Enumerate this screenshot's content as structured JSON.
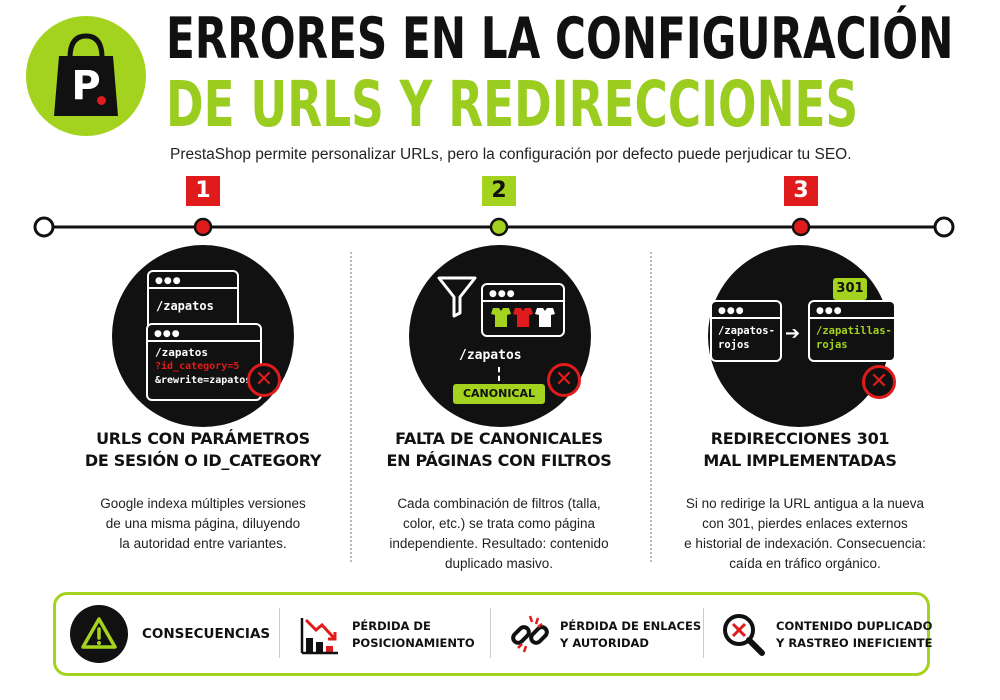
{
  "header": {
    "title_line1": "ERRORES EN LA CONFIGURACIÓN",
    "title_line2": "DE URLS Y REDIRECCIONES",
    "subtitle": "PrestaShop permite personalizar URLs, pero la configuración por defecto puede perjudicar tu SEO.",
    "logo_letter": "P"
  },
  "colors": {
    "accent_green": "#a4d31f",
    "alert_red": "#e01b1b",
    "dark": "#111111"
  },
  "timeline": {
    "steps": [
      "1",
      "2",
      "3"
    ]
  },
  "columns": [
    {
      "title_line1": "URLS CON PARÁMETROS",
      "title_line2": "DE SESIÓN O ID_CATEGORY",
      "desc_line1": "Google indexa múltiples versiones",
      "desc_line2": "de una misma página, diluyendo",
      "desc_line3": "la autoridad entre variantes.",
      "illustration": {
        "url_simple": "/zapatos",
        "url_param_1": "/zapatos",
        "url_param_2": "?id_category=5",
        "url_param_3": "&rewrite=zapatos"
      }
    },
    {
      "title_line1": "FALTA DE CANONICALES",
      "title_line2": "EN PÁGINAS CON FILTROS",
      "desc_line1": "Cada combinación de filtros (talla,",
      "desc_line2": "color, etc.) se trata como página",
      "desc_line3": "independiente. Resultado: contenido",
      "desc_line4": "duplicado masivo.",
      "illustration": {
        "url": "/zapatos",
        "tag": "CANONICAL"
      }
    },
    {
      "title_line1": "REDIRECCIONES 301",
      "title_line2": "MAL IMPLEMENTADAS",
      "desc_line1": "Si no redirige la URL antigua a la nueva",
      "desc_line2": "con 301, pierdes enlaces externos",
      "desc_line3": "e historial de indexación. Consecuencia:",
      "desc_line4": "caída en tráfico orgánico.",
      "illustration": {
        "code": "301",
        "old_url_1": "/zapatos-",
        "old_url_2": "rojos",
        "new_url_1": "/zapatillas-",
        "new_url_2": "rojas"
      }
    }
  ],
  "consequences": {
    "label": "CONSECUENCIAS",
    "items": [
      {
        "line1": "PÉRDIDA DE",
        "line2": "POSICIONAMIENTO",
        "icon": "ranking-drop-icon"
      },
      {
        "line1": "PÉRDIDA DE ENLACES",
        "line2": "Y AUTORIDAD",
        "icon": "broken-link-icon"
      },
      {
        "line1": "CONTENIDO DUPLICADO",
        "line2": "Y RASTREO INEFICIENTE",
        "icon": "search-error-icon"
      }
    ]
  }
}
